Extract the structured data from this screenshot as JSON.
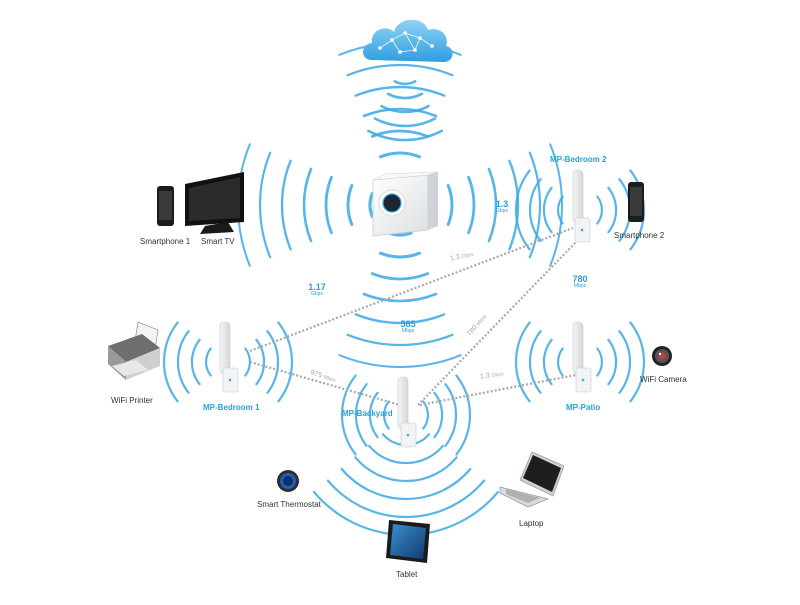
{
  "nodes": {
    "mp_bedroom_2": "MP-Bedroom 2",
    "mp_bedroom_1": "MP-Bedroom 1",
    "mp_backyard": "MP-Backyard",
    "mp_patio": "MP-Patio"
  },
  "devices": {
    "smartphone_1": "Smartphone 1",
    "smart_tv": "Smart TV",
    "smartphone_2": "Smartphone 2",
    "wifi_printer": "WiFi Printer",
    "wifi_camera": "WiFi Camera",
    "smart_thermostat": "Smart Thermostat",
    "laptop": "Laptop",
    "tablet": "Tablet"
  },
  "wireless_speeds": {
    "router_bedroom2": {
      "value": "1.3",
      "unit": "Gbps"
    },
    "router_bedroom1": {
      "value": "1.17",
      "unit": "Gbps"
    },
    "router_backyard": {
      "value": "585",
      "unit": "Mbps"
    },
    "bedroom2_patio": {
      "value": "780",
      "unit": "Mbps"
    }
  },
  "mesh_links": {
    "bedroom1_bedroom2": {
      "value": "1.3",
      "unit": "Gbps"
    },
    "backyard_bedroom2": {
      "value": "780",
      "unit": "Mbps"
    },
    "bedroom1_backyard": {
      "value": "975",
      "unit": "Mbps"
    },
    "backyard_patio": {
      "value": "1.3",
      "unit": "Gbps"
    }
  },
  "colors": {
    "wave": "#3aa8e6",
    "link": "#a8a8a8",
    "accent": "#2a9fd8",
    "cloud": "#4fb3e8"
  }
}
